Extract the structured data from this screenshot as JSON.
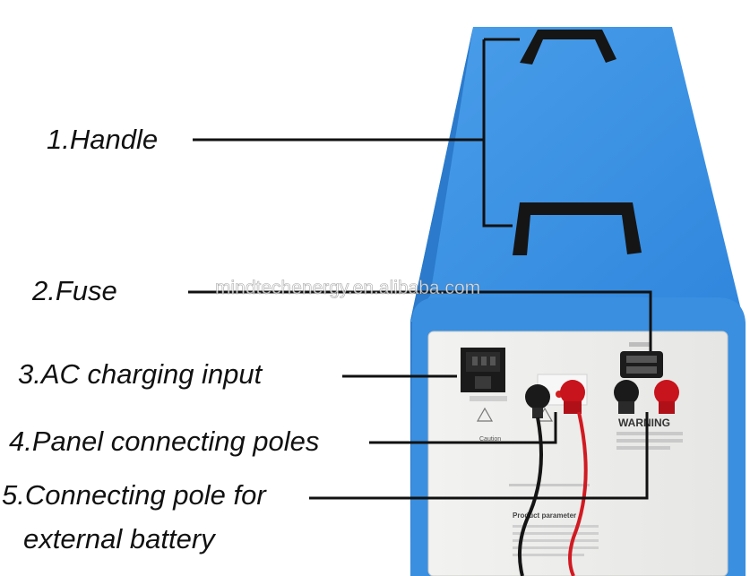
{
  "labels": {
    "handle": "1.Handle",
    "fuse": "2.Fuse",
    "ac_input": "3.AC charging input",
    "panel_poles": "4.Panel connecting poles",
    "external_battery_line1": "5.Connecting pole for",
    "external_battery_line2": "external battery"
  },
  "watermark": "mindtechenergy.en.alibaba.com",
  "panel_text": {
    "warning": "WARNING",
    "caution": "Caution",
    "product_parameter": "Product parameter"
  },
  "colors": {
    "case_blue": "#3a8fe0",
    "panel_white": "#eeeeec",
    "positive_terminal": "#c8141c",
    "negative_terminal": "#1a1a1a",
    "leader_line": "#111111"
  },
  "icons": {
    "handle": "handle-icon",
    "fuse": "fuse-icon",
    "ac_socket": "ac-socket-icon",
    "terminal": "terminal-post-icon"
  }
}
